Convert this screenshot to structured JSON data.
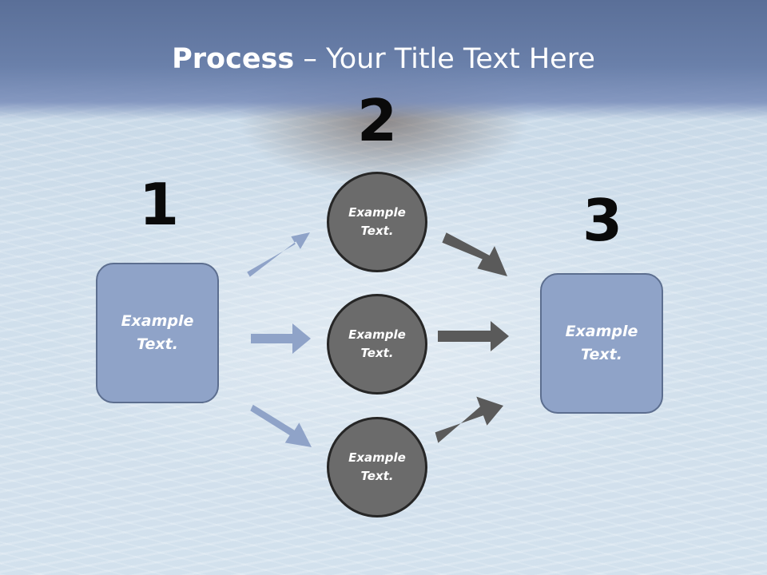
{
  "title": {
    "bold": "Process",
    "rest": " – Your Title Text Here"
  },
  "steps": {
    "one": "1",
    "two": "2",
    "three": "3"
  },
  "left_box": {
    "text_line1": "Example",
    "text_line2": "Text."
  },
  "right_box": {
    "text_line1": "Example",
    "text_line2": "Text."
  },
  "circles": [
    {
      "text_line1": "Example",
      "text_line2": "Text."
    },
    {
      "text_line1": "Example",
      "text_line2": "Text."
    },
    {
      "text_line1": "Example",
      "text_line2": "Text."
    }
  ],
  "colors": {
    "box_fill": "#8fa3c8",
    "circle_fill": "#6b6b6b",
    "left_arrow": "#8fa3c8",
    "right_arrow": "#5a5a5a",
    "title_band": "#6a80aa"
  }
}
